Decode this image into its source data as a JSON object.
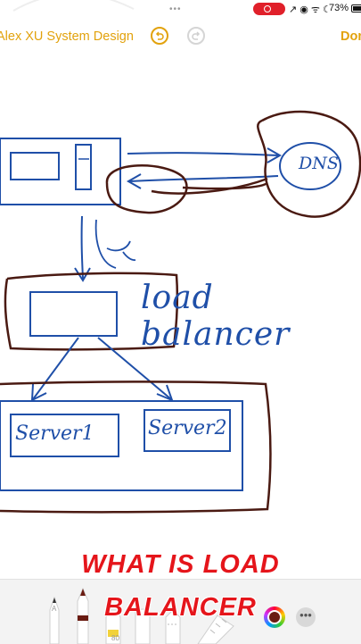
{
  "status_bar": {
    "multitask_dots": "•••",
    "status_icons": "↗ ◉ ᯤ ☾",
    "battery_percent": "73%"
  },
  "toolbar": {
    "title": "Alex XU System Design",
    "done_label": "Done"
  },
  "canvas": {
    "load_balancer_label": "load balancer",
    "dns_label": "DNS",
    "server1_label": "Server1",
    "server2_label": "Server2"
  },
  "caption": {
    "line1": "WHAT IS LOAD",
    "line2": "BALANCER"
  },
  "tools": {
    "pen_label": "A",
    "marker_label": "80"
  },
  "colors": {
    "accent": "#e2a20d",
    "ink_blue": "#1f4fa8",
    "ink_brown": "#4a1a12",
    "caption_red": "#e5151b"
  }
}
